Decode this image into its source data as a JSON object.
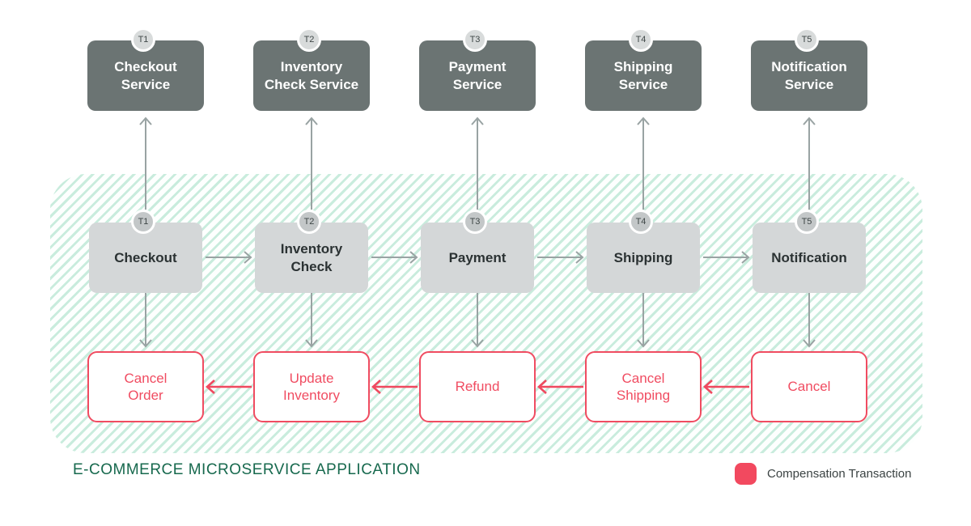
{
  "title": "E-COMMERCE MICROSERVICE APPLICATION",
  "legend": {
    "label": "Compensation Transaction",
    "swatch_color": "#f2495f"
  },
  "colors": {
    "service_box": "#6b7473",
    "service_text": "#ffffff",
    "transaction_box": "#d4d7d8",
    "transaction_text": "#2b3233",
    "compensation_accent": "#f04c61",
    "flow_arrow": "#99a3a3",
    "hatch_stripe": "#c9ecdd",
    "title_green": "#17694e",
    "badge_service_bg": "#d8dbdb",
    "badge_transaction_bg": "#c3c7c8"
  },
  "columns": [
    {
      "badge": "T1",
      "service": "Checkout\nService",
      "transaction": "Checkout",
      "compensation": "Cancel\nOrder"
    },
    {
      "badge": "T2",
      "service": "Inventory\nCheck Service",
      "transaction": "Inventory\nCheck",
      "compensation": "Update\nInventory"
    },
    {
      "badge": "T3",
      "service": "Payment\nService",
      "transaction": "Payment",
      "compensation": "Refund"
    },
    {
      "badge": "T4",
      "service": "Shipping\nService",
      "transaction": "Shipping",
      "compensation": "Cancel\nShipping"
    },
    {
      "badge": "T5",
      "service": "Notification\nService",
      "transaction": "Notification",
      "compensation": "Cancel"
    }
  ]
}
